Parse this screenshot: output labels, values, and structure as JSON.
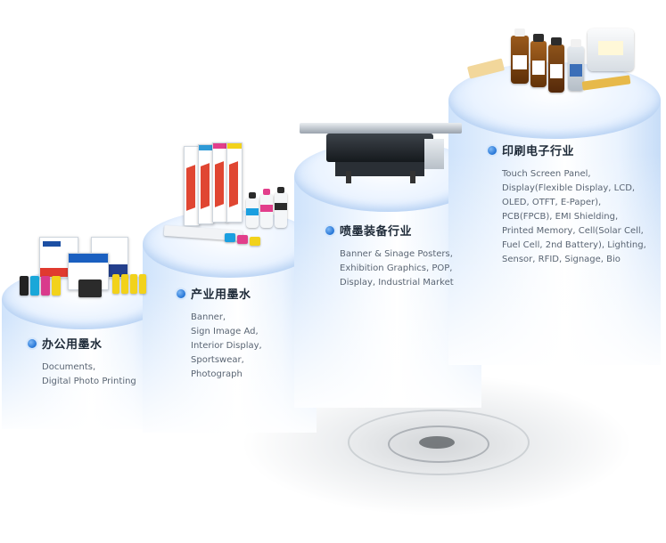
{
  "sections": [
    {
      "title": "办公用墨水",
      "lines": [
        "Documents,",
        "Digital Photo Printing"
      ]
    },
    {
      "title": "产业用墨水",
      "lines": [
        "Banner,",
        "Sign Image Ad,",
        "Interior Display,",
        "Sportswear,",
        "Photograph"
      ]
    },
    {
      "title": "喷墨装备行业",
      "lines": [
        "Banner & Sinage Posters,",
        "Exhibition Graphics, POP,",
        "Display, Industrial Market"
      ]
    },
    {
      "title": "印刷电子行业",
      "lines": [
        "Touch Screen Panel,",
        "Display(Flexible Display, LCD,",
        "OLED, OTFT, E-Paper),",
        "PCB(FPCB), EMI Shielding,",
        "Printed Memory, Cell(Solar Cell,",
        "Fuel Cell, 2nd Battery), Lighting,",
        "Sensor, RFID, Signage, Bio"
      ]
    }
  ],
  "colors": {
    "bullet": "#2374d6",
    "title": "#1e2a38",
    "description": "#5a6573"
  }
}
